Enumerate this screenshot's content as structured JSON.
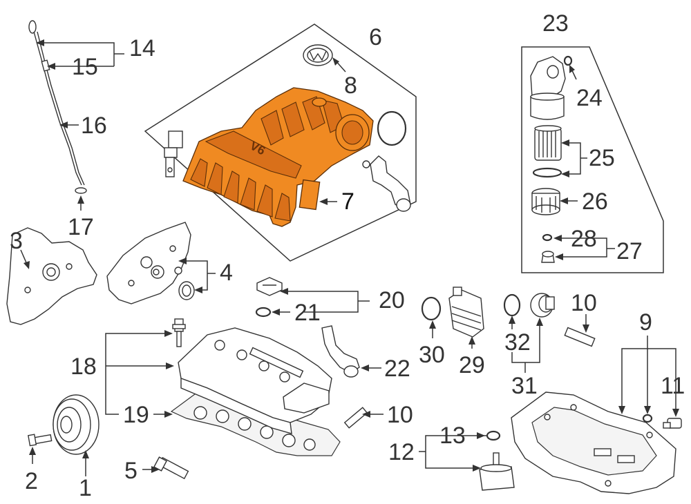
{
  "diagram": {
    "labels": {
      "l1": "1",
      "l2": "2",
      "l3": "3",
      "l4": "4",
      "l5": "5",
      "l6": "6",
      "l7": "7",
      "l8": "8",
      "l9": "9",
      "l10a": "10",
      "l10b": "10",
      "l11": "11",
      "l12": "12",
      "l13": "13",
      "l14": "14",
      "l15": "15",
      "l16": "16",
      "l17": "17",
      "l18": "18",
      "l19": "19",
      "l20": "20",
      "l21": "21",
      "l22": "22",
      "l23": "23",
      "l24": "24",
      "l25": "25",
      "l26": "26",
      "l27": "27",
      "l28": "28",
      "l29": "29",
      "l30": "30",
      "l31": "31",
      "l32": "32"
    },
    "highlighted_part": "7",
    "highlight_color": "#f08a22",
    "intake_badge": "V6"
  }
}
